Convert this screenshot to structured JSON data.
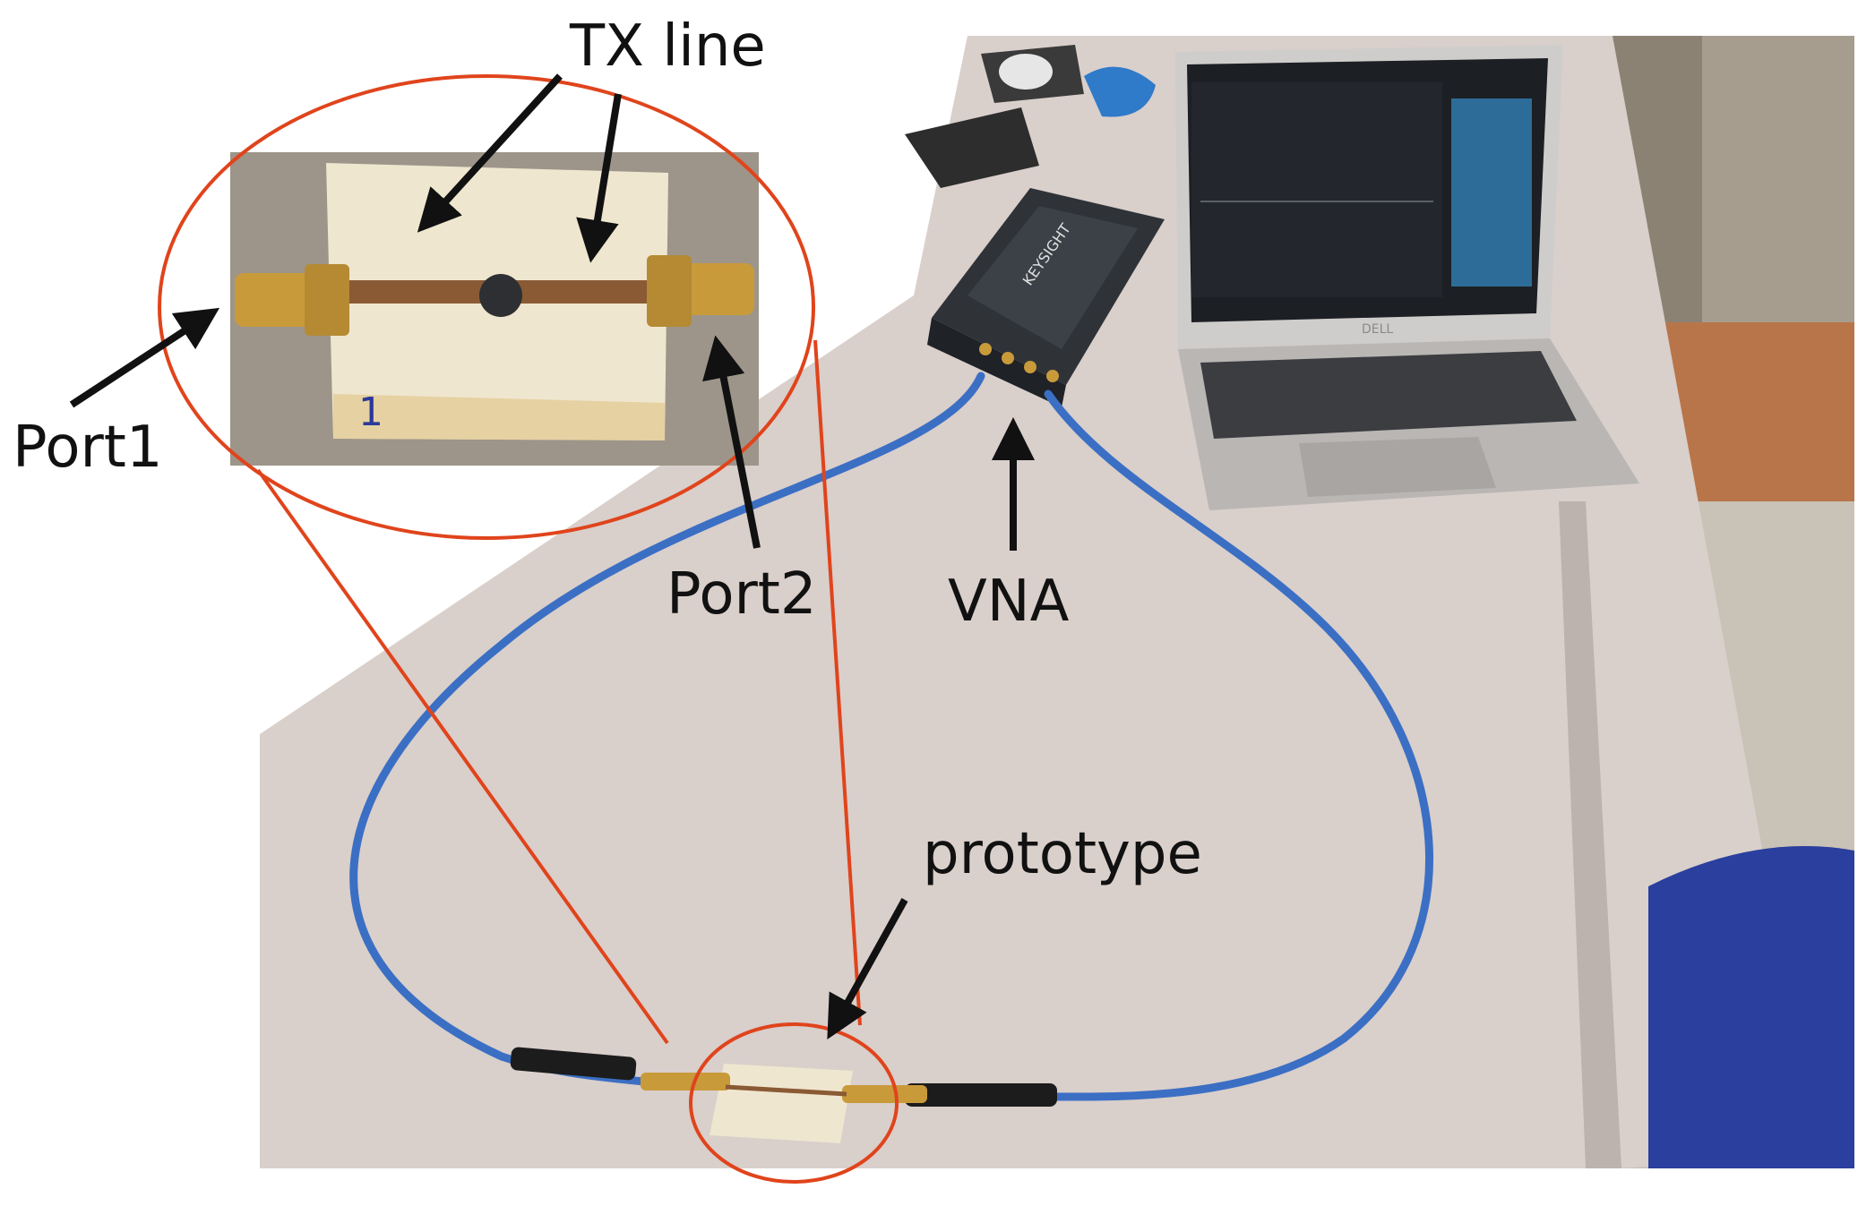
{
  "labels": {
    "tx_line": "TX line",
    "port1": "Port1",
    "port2": "Port2",
    "vna": "VNA",
    "prototype": "prototype"
  },
  "device": {
    "vna_brand": "KEYSIGHT",
    "laptop_brand": "DELL",
    "board_marking": "1"
  },
  "colors": {
    "callout": "#e0441c",
    "cable": "#3b6fc4",
    "table": "#d9cfcb",
    "board": "#efe6cf",
    "connector": "#c99a3a",
    "trace": "#8a5a34",
    "vna_body": "#2f3338",
    "laptop_body": "#b9b6b4",
    "screen": "#1c1f24",
    "arrow": "#111111"
  }
}
